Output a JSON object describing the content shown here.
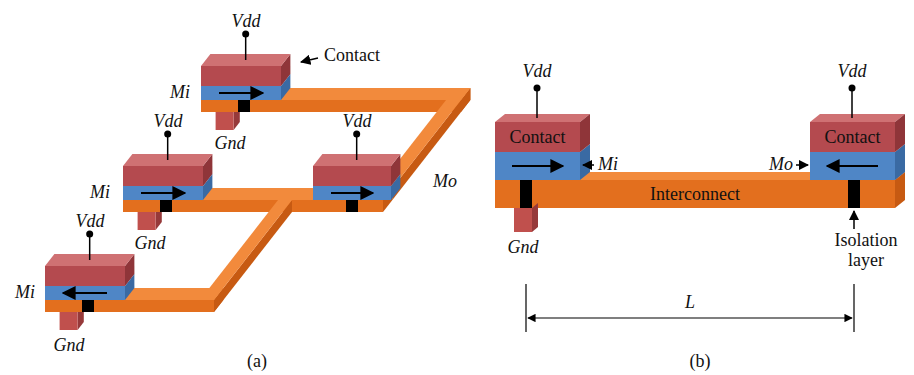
{
  "diagram": {
    "nodes": [
      {
        "text": [
          "Contact"
        ]
      },
      {
        "text": [
          "Contact"
        ]
      },
      {
        "text": [
          "Interconnect"
        ]
      }
    ],
    "labels": [
      "Vdd",
      "Contact",
      "Mi",
      "Gnd",
      "Vdd",
      "Mi",
      "Vdd",
      "Mo",
      "Gnd",
      "Vdd",
      "Mi",
      "Gnd",
      "(a)",
      "Vdd",
      "Vdd",
      "Mi",
      "Mo",
      "Gnd",
      "Isolation layer",
      "L",
      "(b)"
    ]
  }
}
